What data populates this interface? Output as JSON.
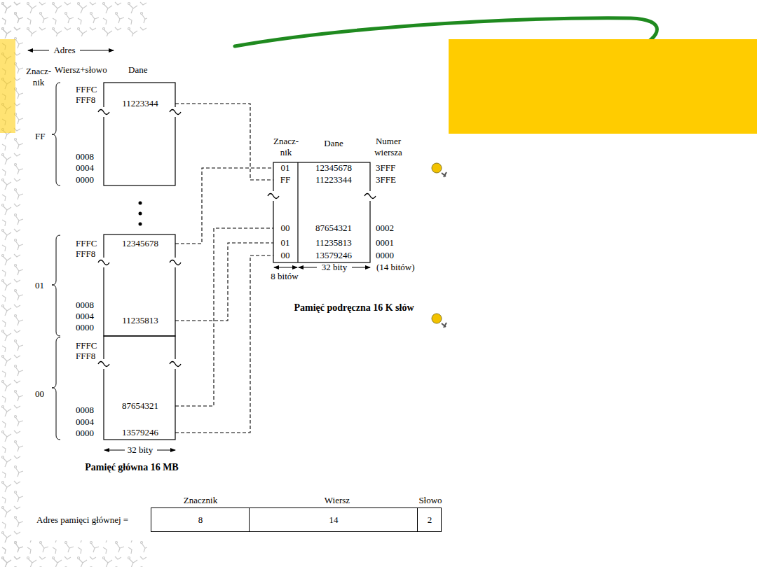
{
  "diagram": {
    "nodes": [
      {
        "text": [
          "11223344"
        ]
      },
      {
        "text": [
          "12345678",
          "11235813"
        ]
      },
      {
        "text": [
          "87654321",
          "13579246"
        ]
      },
      {
        "text": [
          "Pamięć podręczna 16 K słów"
        ]
      },
      {
        "text": [
          "01",
          "12345678"
        ],
        "in": 3
      },
      {
        "text": [
          "FF",
          "11223344"
        ],
        "in": 3
      },
      {
        "text": [
          "00",
          "87654321"
        ],
        "in": 3
      },
      {
        "text": [
          "01",
          "11235813"
        ],
        "in": 3
      },
      {
        "text": [
          "00",
          "13579246"
        ],
        "in": 3
      },
      {
        "text": [
          "Znacznik",
          "8"
        ]
      },
      {
        "text": [
          "Wiersz",
          "14"
        ]
      },
      {
        "text": [
          "Słowo",
          "2"
        ]
      }
    ],
    "edges": [
      {
        "from": 0,
        "to": 5,
        "arrow": "none"
      },
      {
        "from": 1,
        "to": 4,
        "arrow": "none"
      },
      {
        "from": 1,
        "to": 7,
        "arrow": "none"
      },
      {
        "from": 2,
        "to": 6,
        "arrow": "none"
      },
      {
        "from": 2,
        "to": 8,
        "arrow": "none"
      }
    ],
    "labels": [
      "Adres",
      "Znacz- nik",
      "Wiersz+słowo",
      "Dane",
      "FFFC",
      "FFF8",
      "0008",
      "0004",
      "0000",
      "FF",
      "FFFC",
      "FFF8",
      "0008",
      "0004",
      "0000",
      "01",
      "FFFC",
      "FFF8",
      "0008",
      "0004",
      "0000",
      "00",
      "32 bity",
      "Pamięć główna 16 MB",
      "Znacz- nik",
      "Dane",
      "Numer wiersza",
      "3FFF",
      "3FFE",
      "0002",
      "0001",
      "0000",
      "8 bitów",
      "32 bity",
      "(14 bitów)",
      "Adres pamięci głównej ="
    ]
  }
}
